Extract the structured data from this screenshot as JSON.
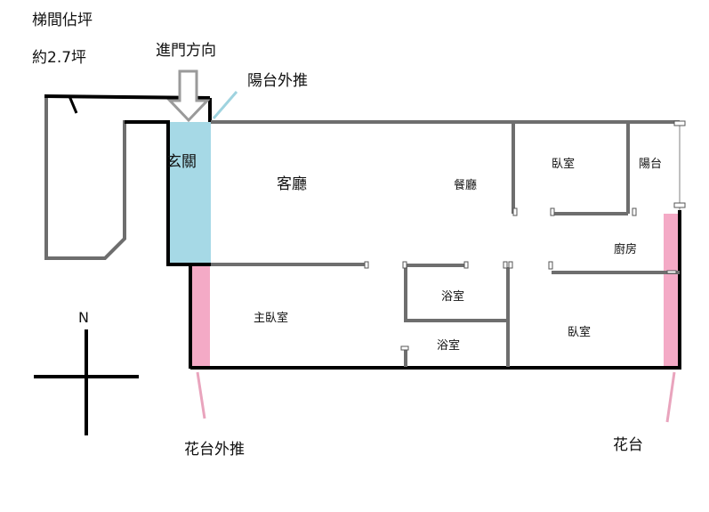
{
  "annotations": {
    "stair_line1": "梯間佔坪",
    "stair_line2": "約2.7坪",
    "entry_direction": "進門方向",
    "balcony_push": "陽台外推",
    "planter_push": "花台外推",
    "planter": "花台",
    "north": "N"
  },
  "rooms": {
    "foyer": "玄關",
    "living": "客廳",
    "dining": "餐廳",
    "bedroom_ne": "臥室",
    "balcony": "陽台",
    "kitchen": "廚房",
    "master_bedroom": "主臥室",
    "bath_upper": "浴室",
    "bath_lower": "浴室",
    "bedroom_se": "臥室"
  },
  "colors": {
    "wall": "#6e6e6e",
    "outer_wall": "#000000",
    "foyer_fill": "#a6d9e6",
    "planter_fill": "#f4aac6",
    "planter_pointer": "#e9a4bd",
    "balcony_pointer": "#9fd3df"
  }
}
